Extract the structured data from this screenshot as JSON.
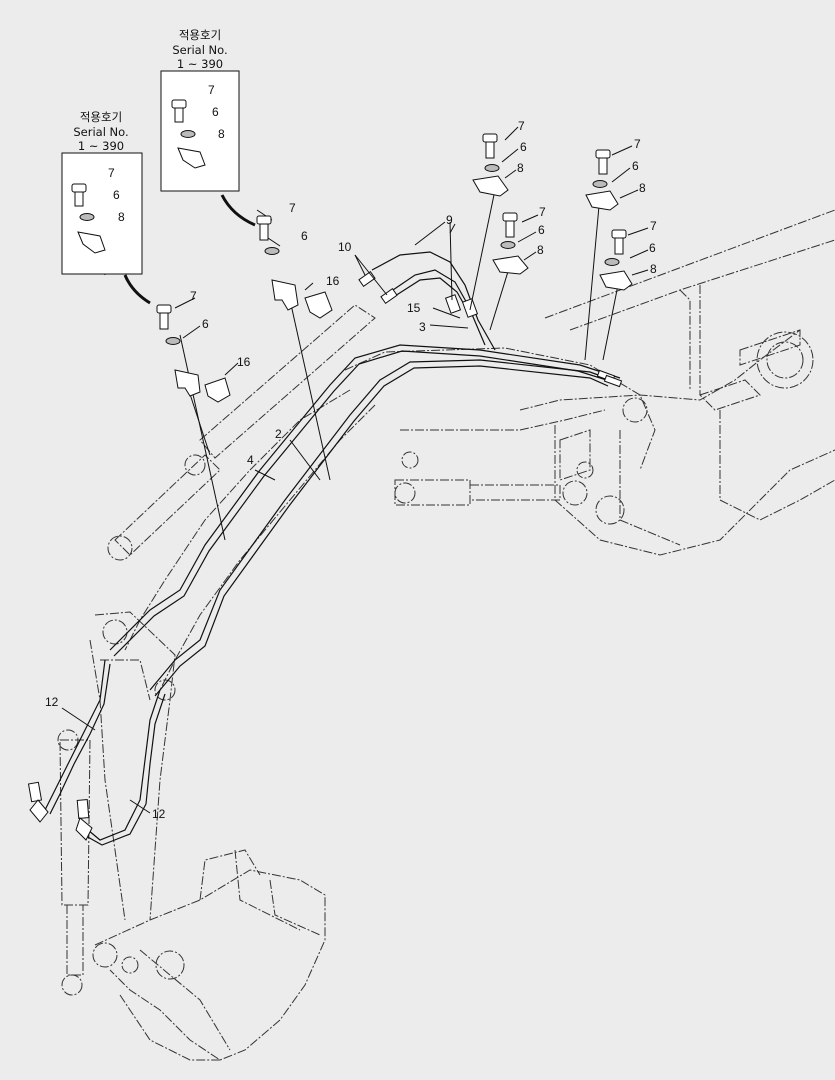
{
  "inset_headers": [
    {
      "korean": "적용호기",
      "serial_label": "Serial No.",
      "range": "1 ~ 390"
    },
    {
      "korean": "적용호기",
      "serial_label": "Serial No.",
      "range": "1 ~ 390"
    }
  ],
  "callouts": {
    "c7": "7",
    "c6": "6",
    "c8": "8",
    "c16": "16",
    "c10": "10",
    "c9": "9",
    "c15": "15",
    "c3": "3",
    "c2": "2",
    "c4": "4",
    "c12": "12"
  }
}
